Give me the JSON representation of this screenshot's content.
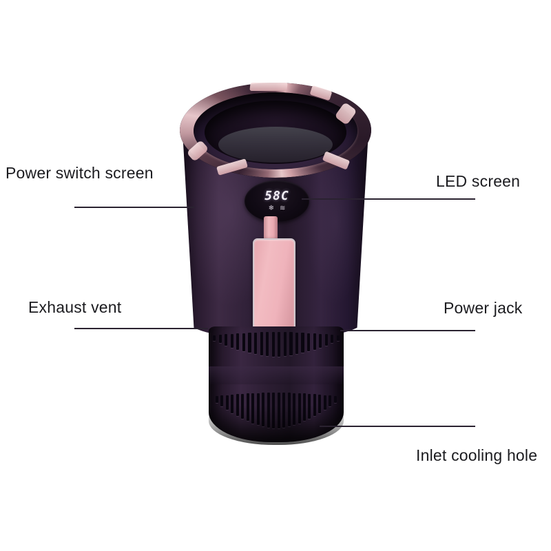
{
  "diagram": {
    "title": "Car cup warmer and cooler annotated product diagram",
    "background_color": "#ffffff",
    "label_color": "#1b1b1f",
    "leader_line_color": "#2a2230"
  },
  "callouts": [
    {
      "id": "power-switch-screen",
      "label": "Power switch screen",
      "side": "left"
    },
    {
      "id": "led-screen",
      "label": "LED screen",
      "side": "right"
    },
    {
      "id": "exhaust-vent",
      "label": "Exhaust vent",
      "side": "left"
    },
    {
      "id": "power-jack",
      "label": "Power jack",
      "side": "right"
    },
    {
      "id": "inlet-cooling-hole",
      "label": "Inlet cooling hole",
      "side": "right"
    }
  ],
  "device": {
    "name": "smart car cup heater cooler",
    "body_color": "#2a1b30",
    "rim_color": "#e8b9bd",
    "panel_color": "#efb3bb",
    "display": {
      "temperature": "58C",
      "cool_icon": "snowflake-icon",
      "heat_icon": "heat-wave-icon",
      "cool_glyph": "❄",
      "heat_glyph": "≋"
    }
  }
}
